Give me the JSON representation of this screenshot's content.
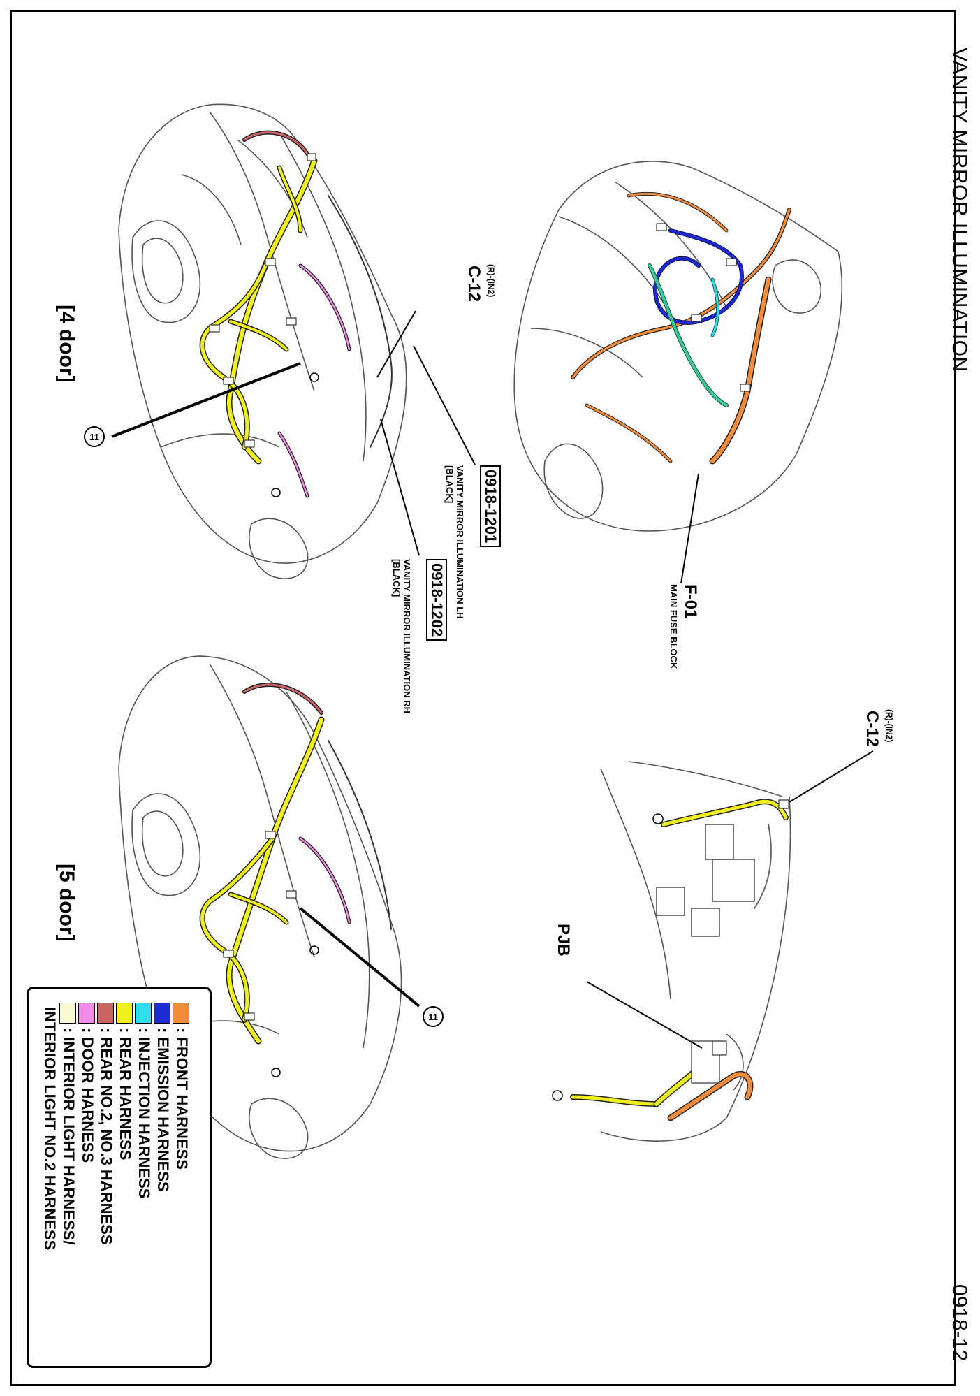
{
  "header": {
    "title": "VANITY MIRROR ILLUMINATION",
    "page_number": "0918-12"
  },
  "views": {
    "four_door": "[4 door]",
    "five_door": "[5 door]"
  },
  "connectors": {
    "c12_top": {
      "superscript": "(R)-(IN2)",
      "code": "C-12"
    },
    "c12_detail": {
      "superscript": "(R)-(IN2)",
      "code": "C-12"
    },
    "f01": {
      "code": "F-01",
      "desc": "MAIN FUSE BLOCK"
    },
    "pjb": {
      "code": "PJB"
    },
    "lh": {
      "code": "0918-1201",
      "desc1": "VANITY MIRROR ILLUMINATION LH",
      "desc2": "[BLACK]"
    },
    "rh": {
      "code": "0918-1202",
      "desc1": "VANITY MIRROR ILLUMINATION RH",
      "desc2": "[BLACK]"
    }
  },
  "callouts": {
    "four_door": "11",
    "five_door": "11"
  },
  "legend": {
    "items": [
      {
        "color": "#f08c3c",
        "label": ": FRONT HARNESS"
      },
      {
        "color": "#1e2ad2",
        "label": ": EMISSION HARNESS"
      },
      {
        "color": "#32dcf0",
        "label": ": INJECTION HARNESS"
      },
      {
        "color": "#f0f01e",
        "label": ": REAR HARNESS"
      },
      {
        "color": "#c86464",
        "label": ": REAR NO.2, NO.3 HARNESS"
      },
      {
        "color": "#f08ce6",
        "label": ": DOOR HARNESS"
      },
      {
        "color": "#fafad2",
        "label": ": INTERIOR LIGHT HARNESS/"
      }
    ],
    "continuation": "INTERIOR LIGHT NO.2 HARNESS"
  }
}
